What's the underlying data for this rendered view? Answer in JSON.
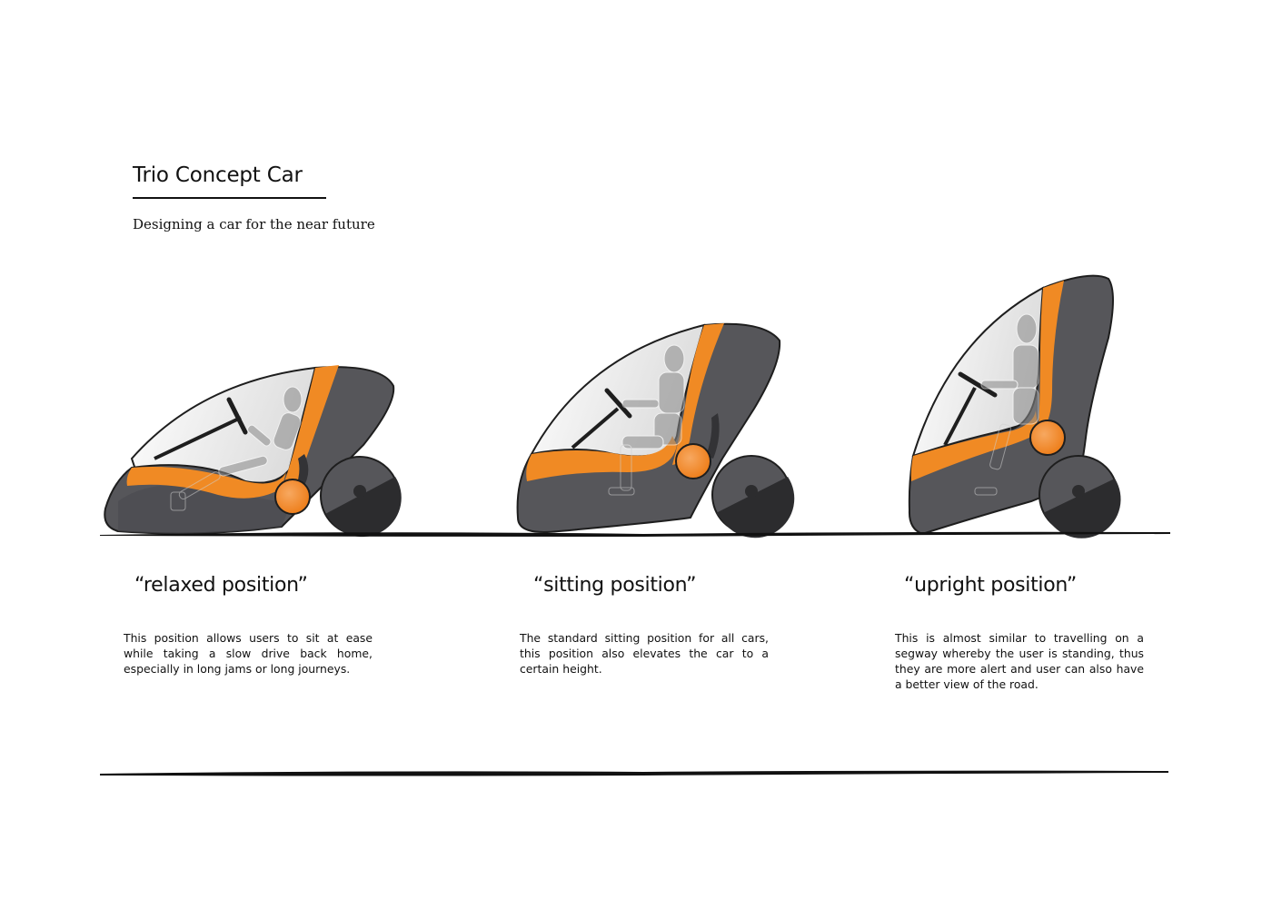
{
  "header": {
    "title": "Trio Concept Car",
    "subtitle": "Designing a car for the near future"
  },
  "colors": {
    "body_dark": "#56565a",
    "body_darker": "#3e3e42",
    "wheel_dark": "#2c2c2e",
    "accent_orange": "#f08a24",
    "glass": "#f2f2f2",
    "outline": "#1e1e1e",
    "text": "#111111"
  },
  "positions": [
    {
      "caption": "“relaxed position”",
      "description": "This position allows users to sit at ease while taking a slow drive back home, especially in long jams or long journeys.",
      "illustration": "car-relaxed-illustration"
    },
    {
      "caption": "“sitting position”",
      "description": "The standard sitting position for all cars, this position also elevates the car to a certain height.",
      "illustration": "car-sitting-illustration"
    },
    {
      "caption": "“upright position”",
      "description": "This is almost similar to travelling on a segway whereby the user is standing, thus they are more alert and user can also have a better view of the road.",
      "illustration": "car-upright-illustration"
    }
  ]
}
